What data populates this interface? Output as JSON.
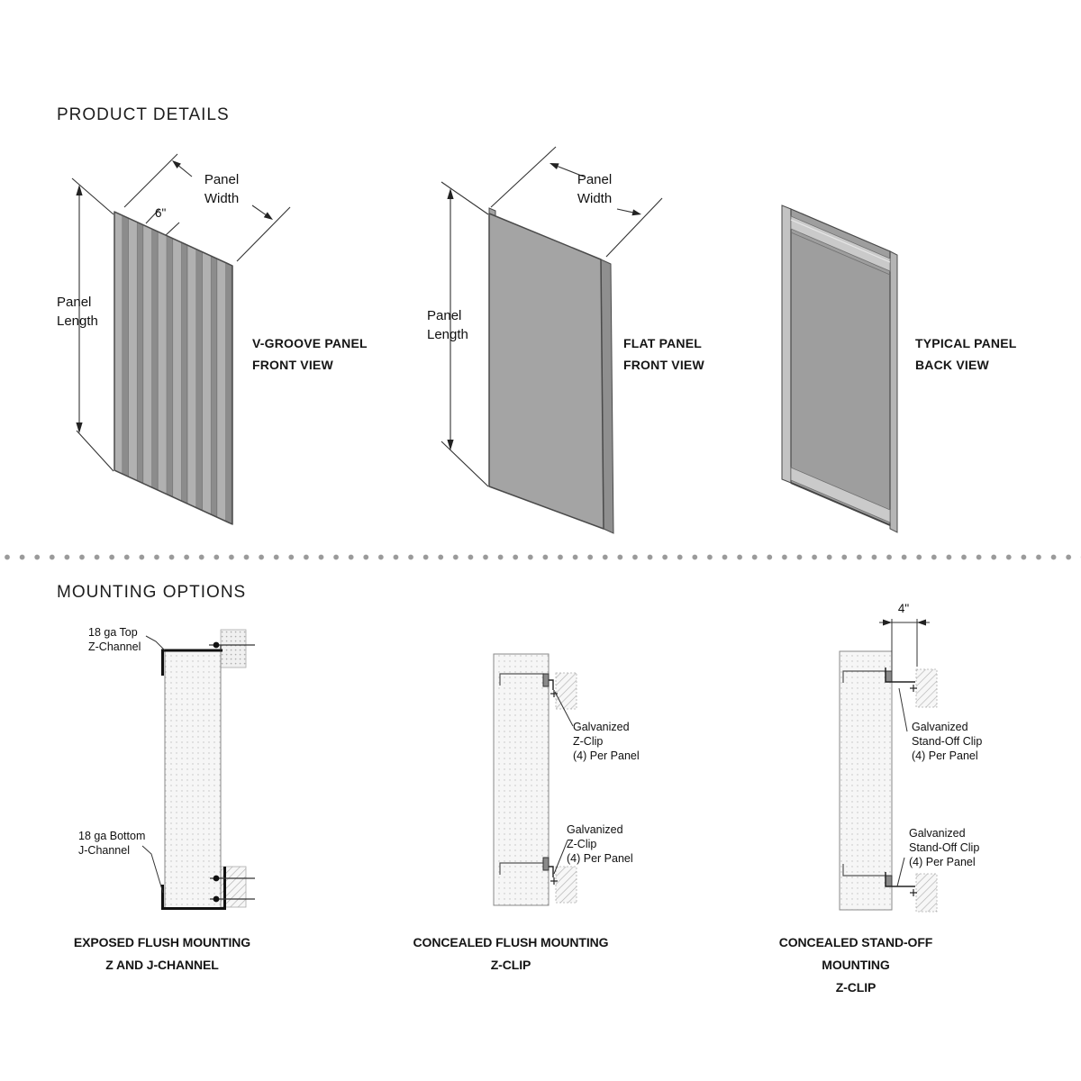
{
  "product_details": {
    "title": "PRODUCT DETAILS",
    "vgroove": {
      "dim_width": "Panel\nWidth",
      "dim_rib": "6\"",
      "dim_length": "Panel\nLength",
      "caption": "V-GROOVE PANEL\nFRONT VIEW"
    },
    "flat": {
      "dim_width": "Panel\nWidth",
      "dim_length": "Panel\nLength",
      "caption": "FLAT PANEL\nFRONT VIEW"
    },
    "back": {
      "caption": "TYPICAL PANEL\nBACK VIEW"
    }
  },
  "mounting_options": {
    "title": "MOUNTING OPTIONS",
    "exposed": {
      "label_top": "18 ga Top\nZ-Channel",
      "label_bottom": "18 ga Bottom\nJ-Channel",
      "caption": "EXPOSED FLUSH MOUNTING\nZ AND J-CHANNEL"
    },
    "concealed_flush": {
      "label_top": "Galvanized\nZ-Clip\n(4) Per Panel",
      "label_bottom": "Galvanized\nZ-Clip\n(4) Per Panel",
      "caption": "CONCEALED FLUSH MOUNTING\nZ-CLIP"
    },
    "standoff": {
      "dim_offset": "4\"",
      "label_top": "Galvanized\nStand-Off Clip\n(4) Per Panel",
      "label_bottom": "Galvanized\nStand-Off Clip\n(4) Per Panel",
      "caption": "CONCEALED STAND-OFF MOUNTING\nZ-CLIP"
    }
  },
  "colors": {
    "panel_gray": "#9e9e9e",
    "panel_light": "#cacaca",
    "line_dark": "#333333",
    "channel_black": "#111111",
    "divider_dot": "#9a9a9a"
  }
}
